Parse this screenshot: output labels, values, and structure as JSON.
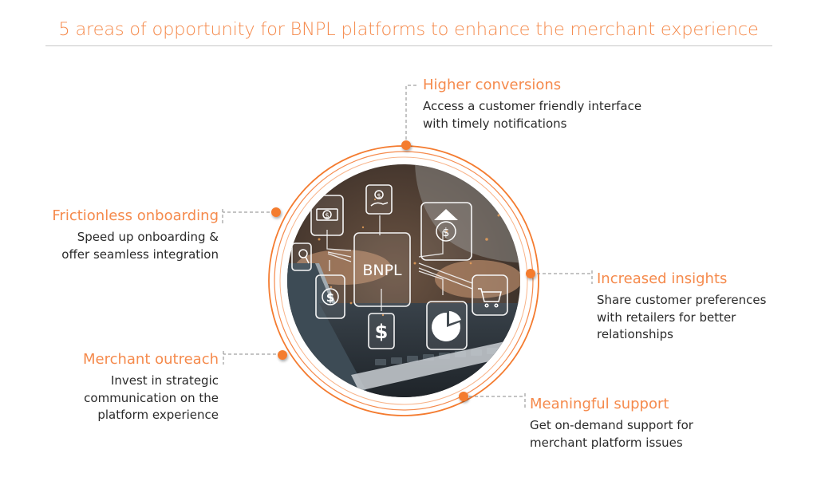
{
  "title": "5 areas of opportunity for BNPL platforms to enhance the merchant experience",
  "colors": {
    "accent": "#F58A4C",
    "dot": "#F47B2F",
    "body_text": "#2b2b2b",
    "connector": "#8a8a8a",
    "rule": "#c8c8c8"
  },
  "center_image": {
    "label": "BNPL",
    "description": "Laptop with hands typing and floating fintech icons",
    "icons": [
      "cash-icon",
      "hand-coin-icon",
      "house-dollar-icon",
      "search-icon",
      "dollar-coin-icon",
      "dollar-sign-icon",
      "pie-chart-icon",
      "shopping-cart-icon"
    ]
  },
  "areas": [
    {
      "id": "higher",
      "title": "Higher conversions",
      "desc": "Access a customer friendly interface with timely notifications"
    },
    {
      "id": "friction",
      "title": "Frictionless onboarding",
      "desc": "Speed up onboarding & offer seamless integration"
    },
    {
      "id": "insights",
      "title": "Increased insights",
      "desc": "Share customer preferences with retailers for better relationships"
    },
    {
      "id": "outreach",
      "title": "Merchant outreach",
      "desc": "Invest in strategic communication on the platform experience"
    },
    {
      "id": "support",
      "title": "Meaningful support",
      "desc": "Get on-demand support for merchant platform issues"
    }
  ]
}
